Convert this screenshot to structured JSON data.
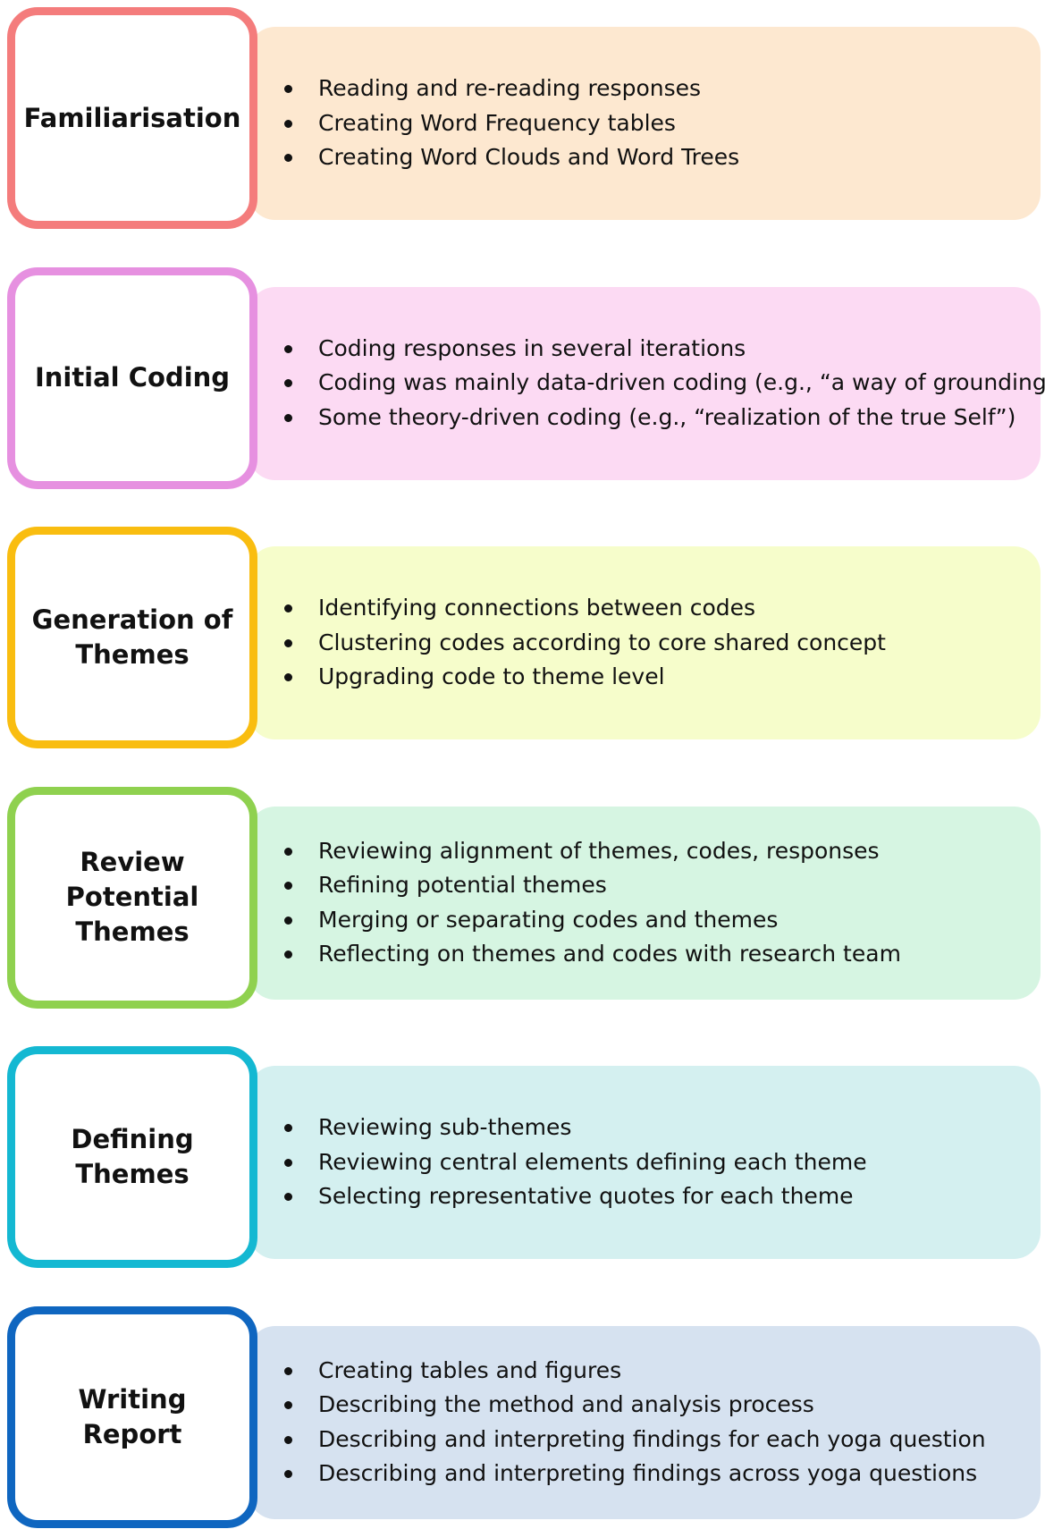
{
  "steps": [
    {
      "title": "Familiarisation",
      "border_color": "#f47c7c",
      "panel_color": "#fde8d0",
      "bullets": [
        "Reading and re-reading responses",
        "Creating Word Frequency tables",
        "Creating Word Clouds and Word Trees"
      ]
    },
    {
      "title": "Initial Coding",
      "border_color": "#e690e0",
      "panel_color": "#fcdaf3",
      "bullets": [
        "Coding responses in several iterations",
        "Coding was mainly data-driven coding (e.g., “a way of grounding”)",
        "Some theory-driven coding (e.g., “realization of the true Self”)"
      ]
    },
    {
      "title": "Generation of Themes",
      "border_color": "#f9bd10",
      "panel_color": "#f6fdcb",
      "bullets": [
        "Identifying connections between codes",
        "Clustering codes according to core shared concept",
        "Upgrading code to theme level"
      ]
    },
    {
      "title": "Review Potential Themes",
      "border_color": "#8fd14f",
      "panel_color": "#d6f5e2",
      "bullets": [
        "Reviewing alignment of themes, codes, responses",
        "Refining potential themes",
        "Merging or separating codes and themes",
        "Reflecting on themes and codes with research team"
      ]
    },
    {
      "title": "Defining Themes",
      "border_color": "#14b8d2",
      "panel_color": "#d4f0f0",
      "bullets": [
        "Reviewing sub-themes",
        "Reviewing central elements defining each theme",
        "Selecting representative quotes for each theme"
      ]
    },
    {
      "title": "Writing Report",
      "border_color": "#0f66c0",
      "panel_color": "#d6e2f0",
      "bullets": [
        "Creating tables and figures",
        "Describing the method and analysis process",
        "Describing and interpreting findings for each yoga question",
        "Describing and interpreting findings across yoga questions"
      ]
    }
  ]
}
